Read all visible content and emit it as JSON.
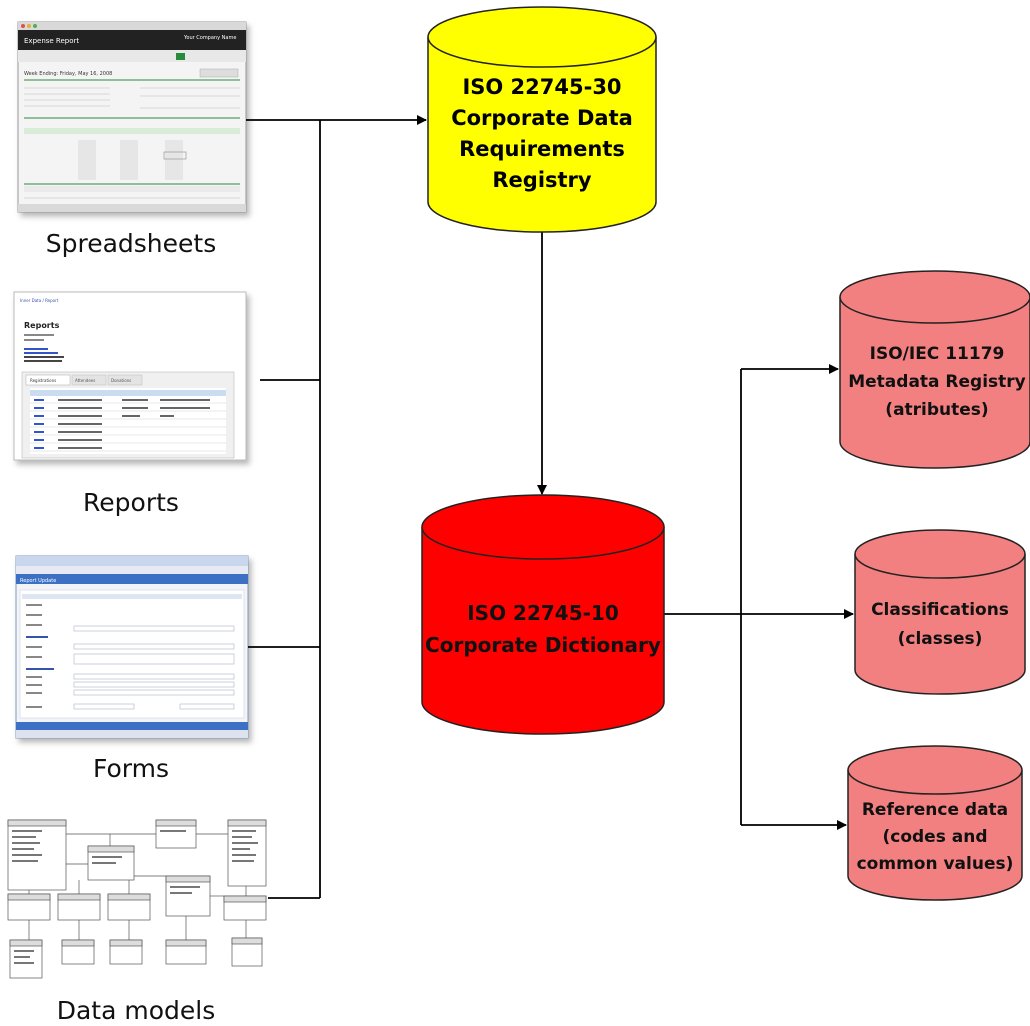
{
  "colors": {
    "yellow": "#ffff00",
    "red": "#ff0000",
    "pink": "#f28080",
    "line": "#000000"
  },
  "sources": {
    "spreadsheets": "Spreadsheets",
    "reports": "Reports",
    "forms": "Forms",
    "data_models": "Data models"
  },
  "thumbs": {
    "expense_title": "Expense Report",
    "expense_company": "Your Company Name",
    "expense_week": "Week Ending: Friday, May 16, 2008",
    "report_heading": "Reports",
    "report_tab_1": "Registrations",
    "report_tab_2": "Attendees",
    "report_tab_3": "Donations",
    "form_title": "Report Update"
  },
  "registry": {
    "line1": "ISO 22745-30",
    "line2": "Corporate Data",
    "line3": "Requirements",
    "line4": "Registry"
  },
  "dictionary": {
    "line1": "ISO 22745-10",
    "line2": "Corporate Dictionary"
  },
  "metadata": {
    "line1": "ISO/IEC 11179",
    "line2": "Metadata Registry",
    "line3": "(atributes)"
  },
  "classifications": {
    "line1": "Classifications",
    "line2": "(classes)"
  },
  "reference": {
    "line1": "Reference data",
    "line2": "(codes and",
    "line3": "common values)"
  }
}
